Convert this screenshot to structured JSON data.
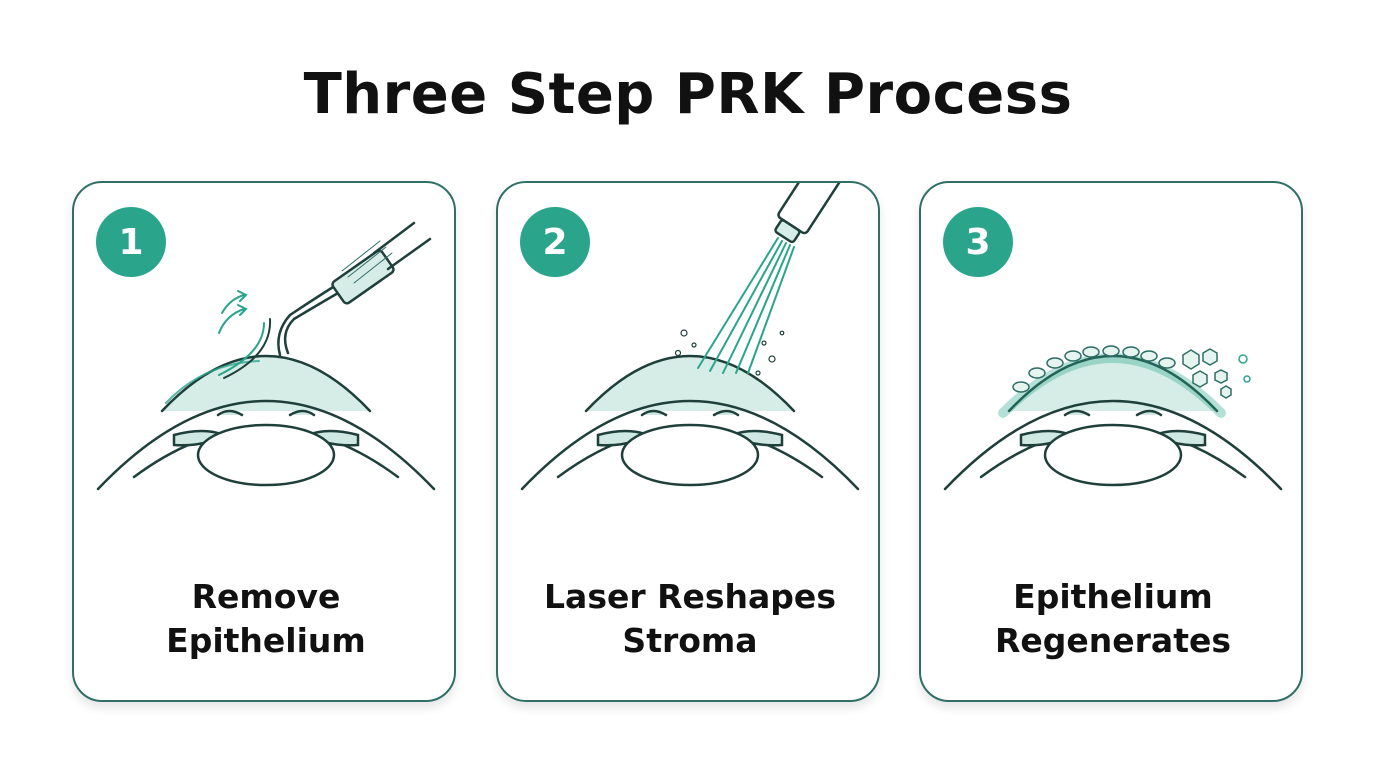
{
  "title": "Three Step PRK Process",
  "accent_color": "#2aa58c",
  "border_color": "#2f6f66",
  "steps": [
    {
      "number": "1",
      "label_line1": "Remove",
      "label_line2": "Epithelium",
      "icon": "epithelium-removal-icon"
    },
    {
      "number": "2",
      "label_line1": "Laser Reshapes",
      "label_line2": "Stroma",
      "icon": "laser-reshaping-icon"
    },
    {
      "number": "3",
      "label_line1": "Epithelium",
      "label_line2": "Regenerates",
      "icon": "epithelium-regeneration-icon"
    }
  ]
}
